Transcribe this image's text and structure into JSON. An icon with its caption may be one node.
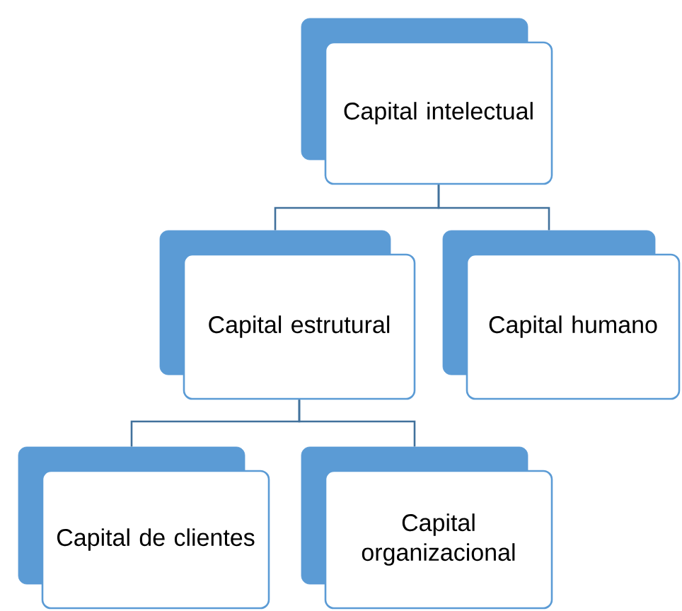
{
  "diagram": {
    "nodes": [
      {
        "text": [
          "Capital intelectual"
        ]
      },
      {
        "text": [
          "Capital estrutural"
        ]
      },
      {
        "text": [
          "Capital humano"
        ]
      },
      {
        "text": [
          "Capital de clientes"
        ]
      },
      {
        "text": [
          "Capital organizacional"
        ]
      }
    ],
    "edges": [
      {
        "from": 0,
        "to": 1,
        "arrow": "none"
      },
      {
        "from": 0,
        "to": 2,
        "arrow": "none"
      },
      {
        "from": 1,
        "to": 3,
        "arrow": "none"
      },
      {
        "from": 1,
        "to": 4,
        "arrow": "none"
      }
    ]
  }
}
